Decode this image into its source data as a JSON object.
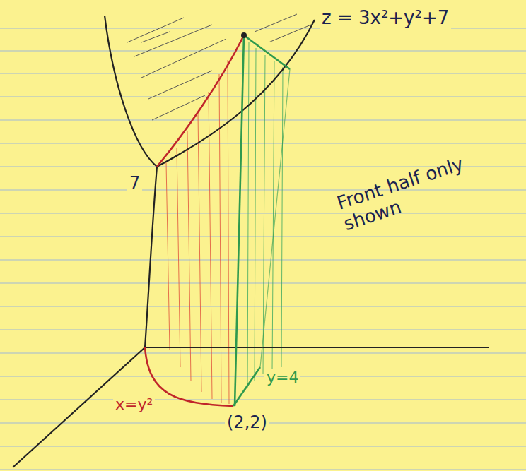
{
  "diagram": {
    "labels": [
      "z = 3x²+y²+7",
      "7",
      "Front half only shown",
      "x=y²",
      "y=4",
      "(2,2)"
    ]
  }
}
